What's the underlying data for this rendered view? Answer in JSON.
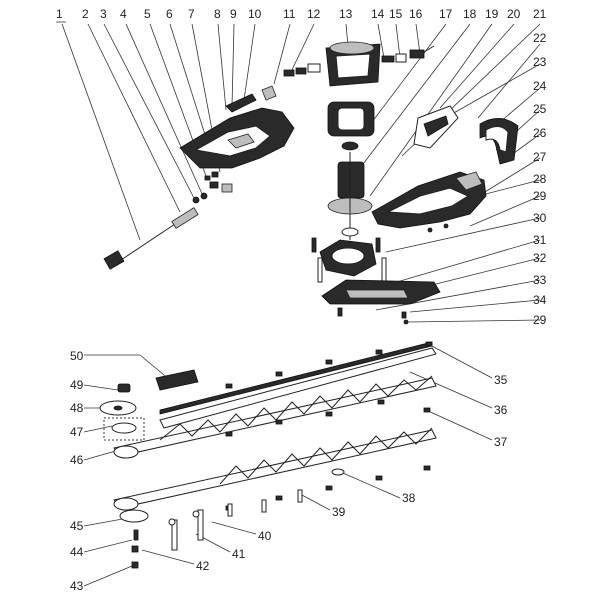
{
  "labels": {
    "l1": "1",
    "l2": "2",
    "l3": "3",
    "l4": "4",
    "l5": "5",
    "l6": "6",
    "l7": "7",
    "l8": "8",
    "l9": "9",
    "l10": "10",
    "l11": "11",
    "l12": "12",
    "l13": "13",
    "l14": "14",
    "l15": "15",
    "l16": "16",
    "l17": "17",
    "l18": "18",
    "l19": "19",
    "l20": "20",
    "l21": "21",
    "l22": "22",
    "l23": "23",
    "l24": "24",
    "l25": "25",
    "l26": "26",
    "l27": "27",
    "l28": "28",
    "l29a": "29",
    "l30": "30",
    "l31": "31",
    "l32": "32",
    "l33": "33",
    "l34": "34",
    "l29b": "29",
    "l50": "50",
    "l49": "49",
    "l48": "48",
    "l47": "47",
    "l46": "46",
    "l35": "35",
    "l36": "36",
    "l37": "37",
    "l38": "38",
    "l39": "39",
    "l40": "40",
    "l41": "41",
    "l42": "42",
    "l43": "43",
    "l44": "44",
    "l45": "45"
  }
}
